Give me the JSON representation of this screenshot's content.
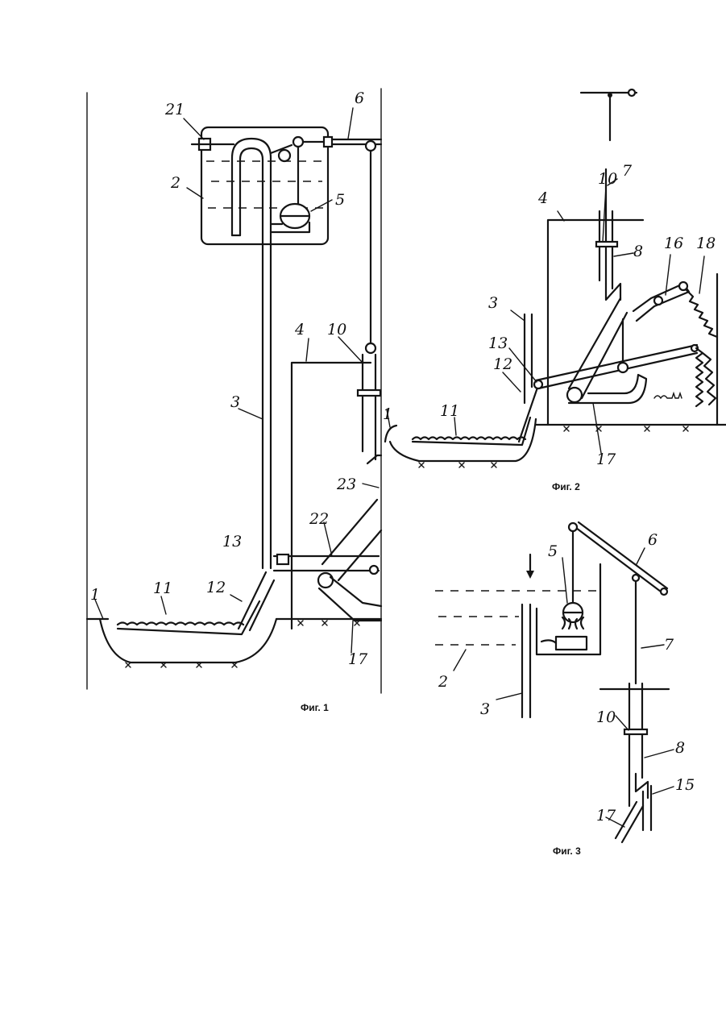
{
  "colors": {
    "ink": "#141414",
    "paper": "#ffffff"
  },
  "figures": [
    {
      "caption": "Фиг. 1",
      "labels": [
        "1",
        "2",
        "3",
        "4",
        "5",
        "6",
        "10",
        "11",
        "12",
        "13",
        "17",
        "21",
        "22",
        "23"
      ]
    },
    {
      "caption": "Фиг. 2",
      "labels": [
        "3",
        "4",
        "7",
        "8",
        "10",
        "11",
        "12",
        "13",
        "16",
        "17",
        "18"
      ]
    },
    {
      "caption": "Фиг. 3",
      "labels": [
        "2",
        "3",
        "5",
        "6",
        "7",
        "8",
        "10",
        "15",
        "17"
      ]
    }
  ]
}
